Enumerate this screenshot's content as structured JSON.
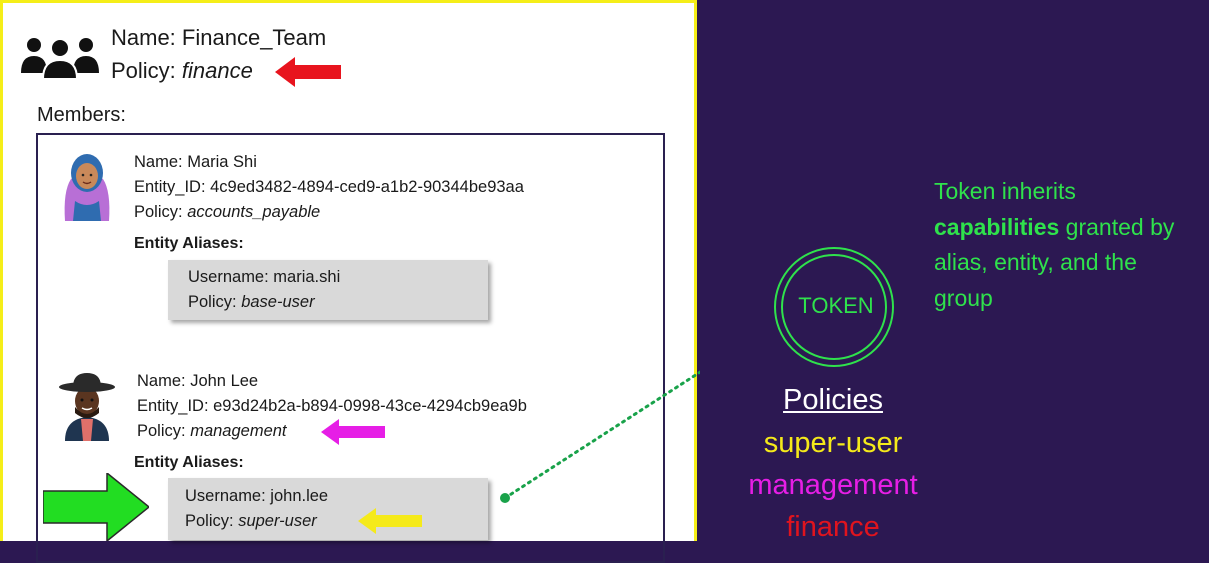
{
  "group": {
    "name_label": "Name:",
    "name_value": "Finance_Team",
    "policy_label": "Policy:",
    "policy_value": "finance"
  },
  "members_label": "Members:",
  "members": [
    {
      "name_label": "Name:",
      "name": "Maria Shi",
      "entity_label": "Entity_ID:",
      "entity_id": "4c9ed3482-4894-ced9-a1b2-90344be93aa",
      "policy_label": "Policy:",
      "policy": "accounts_payable",
      "aliases_label": "Entity Aliases:",
      "alias": {
        "username_label": "Username:",
        "username": "maria.shi",
        "policy_label": "Policy:",
        "policy": "base-user"
      }
    },
    {
      "name_label": "Name:",
      "name": "John Lee",
      "entity_label": "Entity_ID:",
      "entity_id": "e93d24b2a-b894-0998-43ce-4294cb9ea9b",
      "policy_label": "Policy:",
      "policy": "management",
      "aliases_label": "Entity Aliases:",
      "alias": {
        "username_label": "Username:",
        "username": "john.lee",
        "policy_label": "Policy:",
        "policy": "super-user"
      }
    }
  ],
  "token": {
    "label": "TOKEN"
  },
  "note": {
    "line1": "Token inherits",
    "line2_bold": "capabilities",
    "line2_rest": " granted by",
    "line3": "alias, entity, and the",
    "line4": "group"
  },
  "policies": {
    "title": "Policies",
    "items": [
      {
        "name": "super-user",
        "color": "#f5ea1a"
      },
      {
        "name": "management",
        "color": "#e61ee6"
      },
      {
        "name": "finance",
        "color": "#e0141e"
      }
    ]
  },
  "colors": {
    "panel_border": "#f5ee18",
    "background": "#2c1852",
    "token_green": "#2fe24c",
    "arrow_red": "#e8141e",
    "arrow_magenta": "#e61ee6",
    "arrow_yellow": "#f5ea1a",
    "arrow_green": "#22dd22"
  }
}
